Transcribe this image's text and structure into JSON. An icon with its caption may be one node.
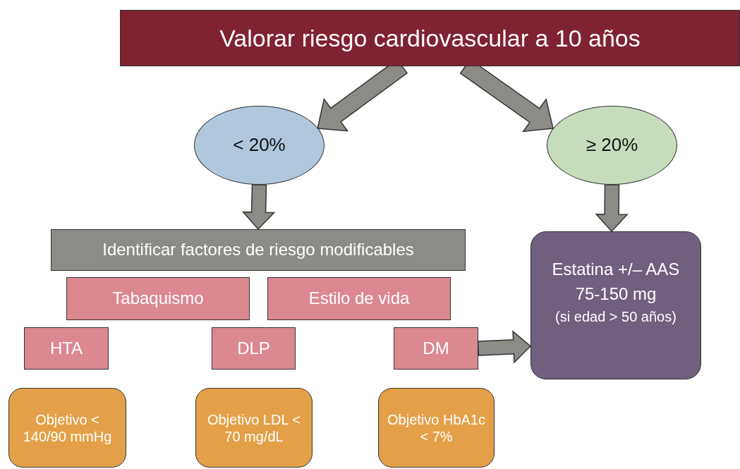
{
  "diagram": {
    "nodes": [
      {
        "text": [
          "Valorar riesgo cardiovascular a 10 años"
        ]
      },
      {
        "text": [
          "< 20%"
        ]
      },
      {
        "text": [
          "≥ 20%"
        ]
      },
      {
        "text": [
          "Identificar factores de riesgo modificables"
        ]
      },
      {
        "text": [
          "Tabaquismo"
        ]
      },
      {
        "text": [
          "Estilo de vida"
        ]
      },
      {
        "text": [
          "HTA"
        ]
      },
      {
        "text": [
          "DLP"
        ]
      },
      {
        "text": [
          "DM"
        ]
      },
      {
        "text": [
          "Estatina +/– AAS 75-150 mg",
          "(si edad > 50 años)"
        ]
      },
      {
        "text": [
          "Objetivo < 140/90 mmHg"
        ]
      },
      {
        "text": [
          "Objetivo LDL < 70 mg/dL"
        ]
      },
      {
        "text": [
          "Objetivo HbA1c < 7%"
        ]
      }
    ],
    "edges": [
      {
        "from": 0,
        "to": 1,
        "arrow": "to"
      },
      {
        "from": 0,
        "to": 2,
        "arrow": "to"
      },
      {
        "from": 1,
        "to": 3,
        "arrow": "to"
      },
      {
        "from": 2,
        "to": 9,
        "arrow": "to"
      },
      {
        "from": 8,
        "to": 9,
        "arrow": "to"
      }
    ]
  }
}
